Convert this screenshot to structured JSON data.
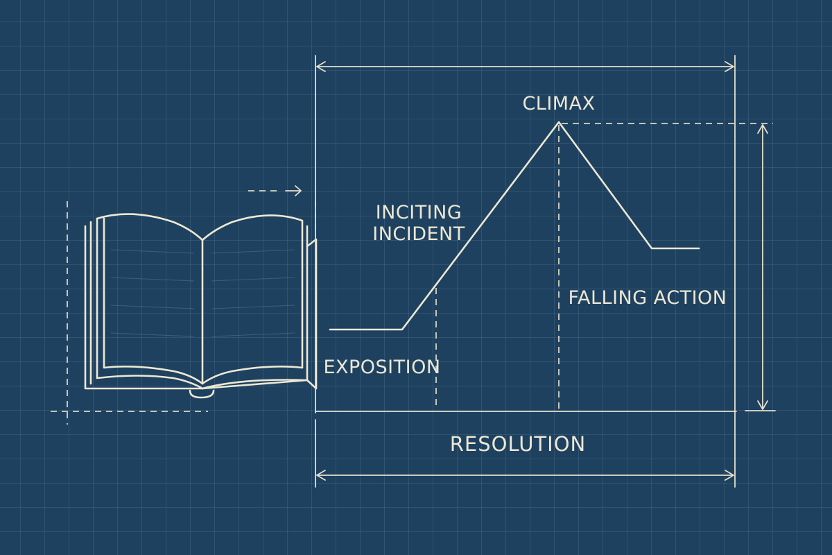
{
  "labels": {
    "climax": "CLIMAX",
    "inciting_line1": "INCITING",
    "inciting_line2": "INCIDENT",
    "falling_action": "FALLING ACTION",
    "exposition": "EXPOSITION",
    "resolution": "RESOLUTION"
  },
  "icons": {
    "book": "open-book-icon"
  },
  "colors": {
    "background": "#1f4160",
    "ink": "#ece8d4"
  }
}
